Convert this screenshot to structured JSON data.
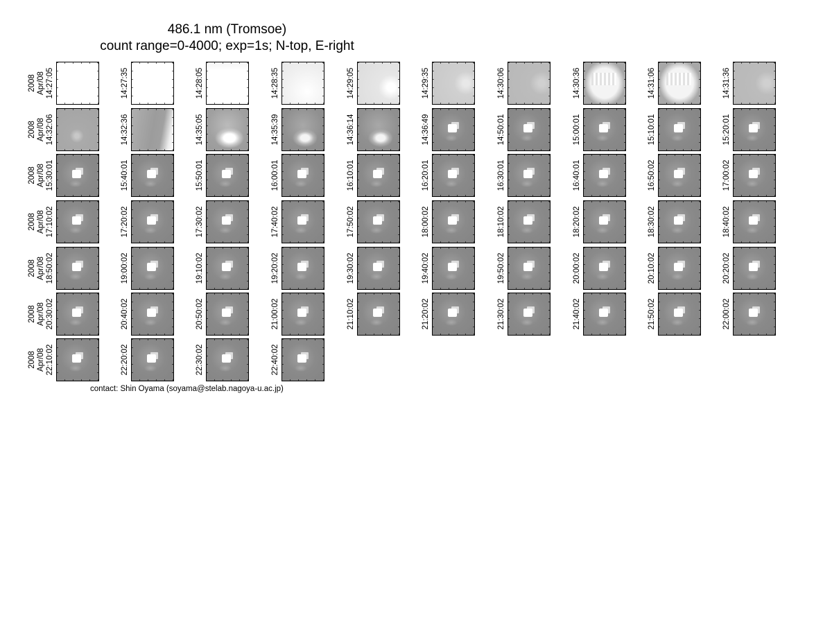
{
  "title": {
    "line1": "486.1 nm (Tromsoe)",
    "line2": "count range=0-4000; exp=1s; N-top, E-right"
  },
  "row_label": {
    "year": "2008",
    "date": "Apr/08"
  },
  "rows": [
    [
      "14:27:05",
      "14:27:35",
      "14:28:05",
      "14:28:35",
      "14:29:05",
      "14:29:35",
      "14:30:06",
      "14:30:36",
      "14:31:06",
      "14:31:36"
    ],
    [
      "14:32:06",
      "14:32:36",
      "14:35:05",
      "14:35:39",
      "14:36:14",
      "14:36:49",
      "14:50:01",
      "15:00:01",
      "15:10:01",
      "15:20:01"
    ],
    [
      "15:30:01",
      "15:40:01",
      "15:50:01",
      "16:00:01",
      "16:10:01",
      "16:20:01",
      "16:30:01",
      "16:40:01",
      "16:50:02",
      "17:00:02"
    ],
    [
      "17:10:02",
      "17:20:02",
      "17:30:02",
      "17:40:02",
      "17:50:02",
      "18:00:02",
      "18:10:02",
      "18:20:02",
      "18:30:02",
      "18:40:02"
    ],
    [
      "18:50:02",
      "19:00:02",
      "19:10:02",
      "19:20:02",
      "19:30:02",
      "19:40:02",
      "19:50:02",
      "20:00:02",
      "20:10:02",
      "20:20:02"
    ],
    [
      "20:30:02",
      "20:40:02",
      "20:50:02",
      "21:00:02",
      "21:10:02",
      "21:20:02",
      "21:30:02",
      "21:40:02",
      "21:50:02",
      "22:00:02"
    ],
    [
      "22:10:02",
      "22:20:02",
      "22:30:02",
      "22:40:02"
    ]
  ],
  "footer": {
    "contact": "contact: Shin Oyama (soyama@stelab.nagoya-u.ac.jp)"
  }
}
